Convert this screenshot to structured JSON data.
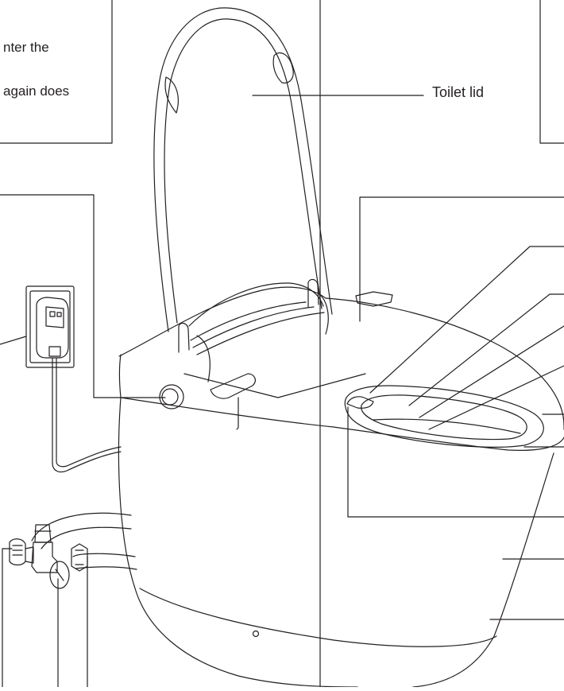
{
  "notes": {
    "line_1": "nter the",
    "line_2": "again does"
  },
  "labels": {
    "toilet_lid": "Toilet lid"
  },
  "colors": {
    "ink": "#231f20",
    "paper": "#ffffff"
  }
}
